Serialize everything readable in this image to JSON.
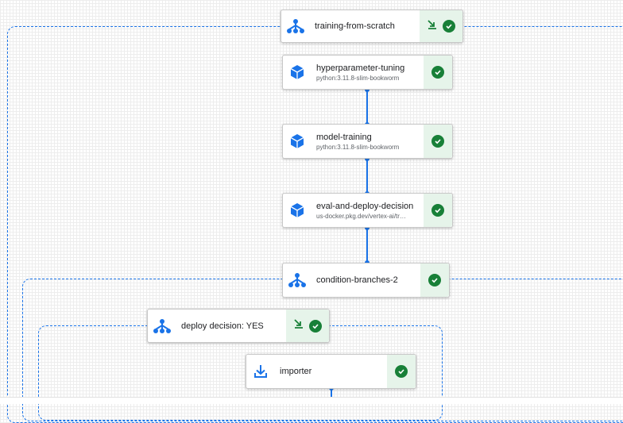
{
  "nodes": {
    "training_from_scratch": {
      "title": "training-from-scratch",
      "icon": "pipeline-icon",
      "status": "succeeded"
    },
    "hyperparameter_tuning": {
      "title": "hyperparameter-tuning",
      "subtitle": "python:3.11.8-slim-bookworm",
      "icon": "component-cube-icon",
      "status": "succeeded"
    },
    "model_training": {
      "title": "model-training",
      "subtitle": "python:3.11.8-slim-bookworm",
      "icon": "component-cube-icon",
      "status": "succeeded"
    },
    "eval_and_deploy_decision": {
      "title": "eval-and-deploy-decision",
      "subtitle": "us-docker.pkg.dev/vertex-ai/tr…",
      "icon": "component-cube-icon",
      "status": "succeeded"
    },
    "condition_branches_2": {
      "title": "condition-branches-2",
      "icon": "pipeline-icon",
      "status": "succeeded"
    },
    "deploy_decision_yes": {
      "title": "deploy decision: YES",
      "icon": "pipeline-icon",
      "status": "succeeded"
    },
    "importer": {
      "title": "importer",
      "icon": "download-icon",
      "status": "succeeded"
    }
  },
  "colors": {
    "accent": "#1a73e8",
    "success": "#188038",
    "success_bg": "#e6f4ea"
  }
}
